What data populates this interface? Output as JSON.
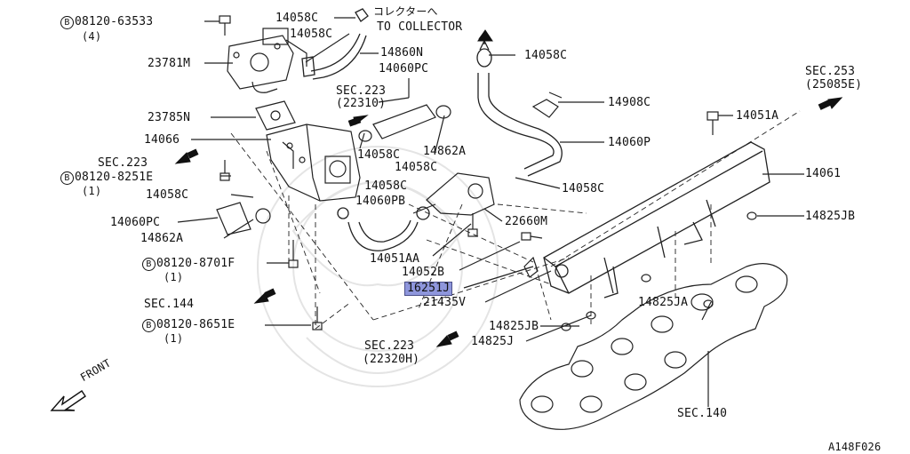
{
  "diagram_id": "A148F026",
  "front_label": "FRONT",
  "bolt_mark": "B",
  "labels": {
    "b63533": {
      "code": "08120-63533",
      "qty": "(4)"
    },
    "b8251e": {
      "code": "08120-8251E",
      "qty": "(1)"
    },
    "b8701f": {
      "code": "08120-8701F",
      "qty": "(1)"
    },
    "b8651e": {
      "code": "08120-8651E",
      "qty": "(1)"
    },
    "p23781m": "23781M",
    "p23785n": "23785N",
    "p14066": "14066",
    "p14058c_a": "14058C",
    "p14058c_b": "14058C",
    "p14058c_c": "14058C",
    "p14058c_d": "14058C",
    "p14058c_e": "14058C",
    "p14058c_f": "14058C",
    "p14058c_g": "14058C",
    "p14058c_h": "14058C",
    "collector_jp": "コレクターへ",
    "collector_en": "TO COLLECTOR",
    "p14860n": "14860N",
    "p14060pc_a": "14060PC",
    "p14060pc_b": "14060PC",
    "sec223a": {
      "title": "SEC.223",
      "sub": "(22310)"
    },
    "sec223b": "SEC.223",
    "sec223c": {
      "title": "SEC.223",
      "sub": "(22320H)"
    },
    "sec253": {
      "title": "SEC.253",
      "sub": "(25085E)"
    },
    "sec144": "SEC.144",
    "sec140": "SEC.140",
    "p14908c": "14908C",
    "p14060p": "14060P",
    "p14051a": "14051A",
    "p14061": "14061",
    "p14862a_a": "14862A",
    "p14862a_b": "14862A",
    "p14060pb": "14060PB",
    "p22660m": "22660M",
    "p14825jb_a": "14825JB",
    "p14825jb_b": "14825JB",
    "p14051aa": "14051AA",
    "p14052b": "14052B",
    "p16251j": "16251J",
    "p21435v": "21435V",
    "p14825ja": "14825JA",
    "p14825j": "14825J"
  }
}
